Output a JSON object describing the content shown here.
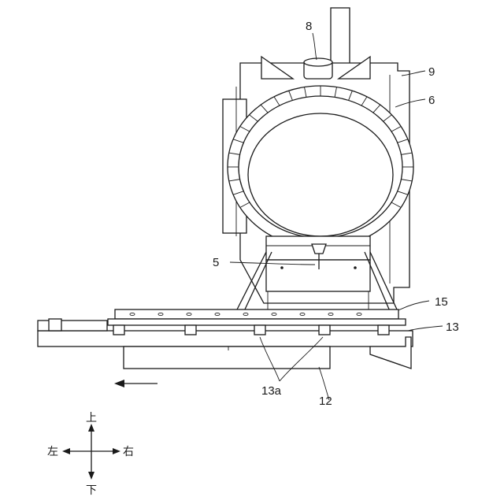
{
  "labels": {
    "spindle_head": "8",
    "column": "9",
    "tool_magazine": "6",
    "spindle": "5",
    "table": "15",
    "bed": "13",
    "table_supports": "13a",
    "saddle": "12"
  },
  "direction_legend": {
    "up": "上",
    "down": "下",
    "left": "左",
    "right": "右"
  }
}
